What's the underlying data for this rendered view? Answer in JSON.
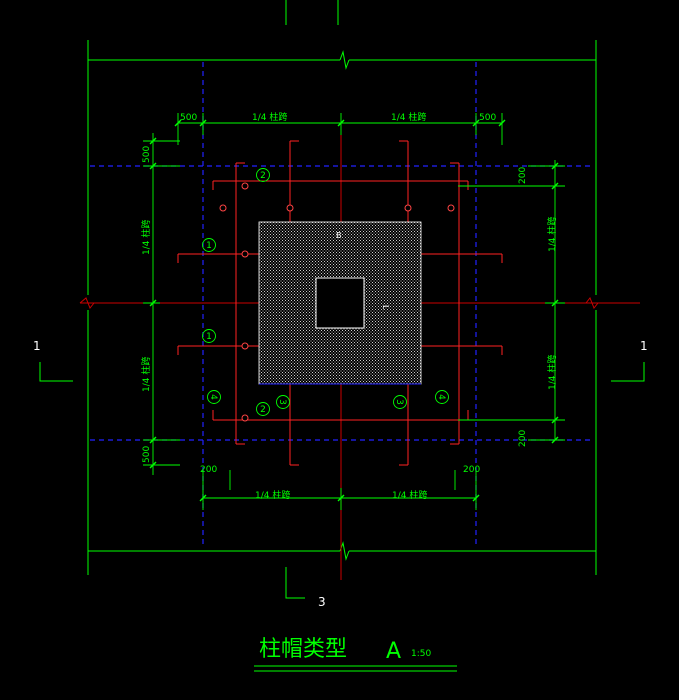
{
  "drawing": {
    "title": "柱帽类型",
    "type_letter": "A",
    "scale": "1:50"
  },
  "dimensions": {
    "top_left_500": "500",
    "top_span_left": "1/4 柱跨",
    "top_span_right": "1/4 柱跨",
    "top_right_500": "500",
    "left_top_500": "500",
    "left_span_top": "1/4 柱跨",
    "left_span_bottom": "1/4 柱跨",
    "left_bottom_500": "500",
    "right_top_200": "200",
    "right_span_top": "1/4 柱跨",
    "right_span_bottom": "1/4 柱跨",
    "right_bottom_200": "200",
    "bottom_left_200": "200",
    "bottom_right_200": "200",
    "bottom_span_left": "1/4 柱跨",
    "bottom_span_right": "1/4 柱跨"
  },
  "section_marks": {
    "left": "1",
    "right": "1",
    "bottom": "3"
  },
  "rebar_tags": {
    "top_2": "2",
    "left_upper_1": "1",
    "left_lower_1": "1",
    "left_4": "4",
    "bottom_2": "2",
    "bottom_3_left": "3",
    "bottom_3_right": "3",
    "right_4": "4"
  },
  "cap_labels": {
    "b": "B",
    "l": "L"
  },
  "colors": {
    "background": "#000000",
    "dimension": "#00ff00",
    "grid_axis": "#cc0000",
    "slab_edge": "#2222ff",
    "rebar": "#ff2222",
    "hatch": "#cfcfcf",
    "tag": "#00ff00",
    "title": "#00ff00"
  }
}
